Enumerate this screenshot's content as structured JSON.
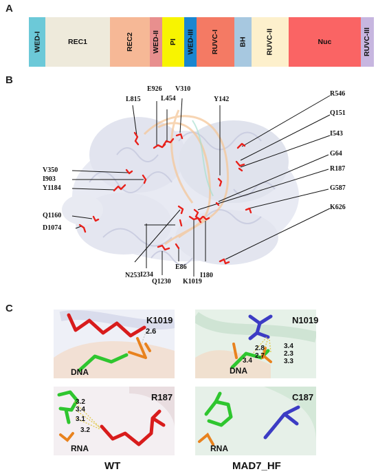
{
  "panels": {
    "a": "A",
    "b": "B",
    "c": "C"
  },
  "domains": [
    {
      "label": "WED-I",
      "color": "#6cc9d8",
      "span": 24,
      "wide": false
    },
    {
      "label": "REC1",
      "color": "#eeeadb",
      "span": 94,
      "wide": true
    },
    {
      "label": "REC2",
      "color": "#f6b896",
      "span": 58,
      "wide": false
    },
    {
      "label": "WED-II",
      "color": "#e88f8e",
      "span": 18,
      "wide": false
    },
    {
      "label": "PI",
      "color": "#f8f400",
      "span": 32,
      "wide": false
    },
    {
      "label": "WED-III",
      "color": "#1a86d0",
      "span": 18,
      "wide": false
    },
    {
      "label": "RUVC-I",
      "color": "#f47a64",
      "span": 55,
      "wide": false
    },
    {
      "label": "BH",
      "color": "#a7c8e0",
      "span": 25,
      "wide": false
    },
    {
      "label": "RUVC-II",
      "color": "#fdf0cc",
      "span": 54,
      "wide": false
    },
    {
      "label": "Nuc",
      "color": "#fa6464",
      "span": 105,
      "wide": true
    },
    {
      "label": "RUVC-III",
      "color": "#c7b6e0",
      "span": 19,
      "wide": false
    }
  ],
  "residues": {
    "L815": "L815",
    "E926": "E926",
    "L454": "L454",
    "V310": "V310",
    "Y142": "Y142",
    "R546": "R546",
    "Q151": "Q151",
    "I543": "I543",
    "G64": "G64",
    "R187": "R187",
    "G587": "G587",
    "K626": "K626",
    "V350": "V350",
    "I903": "I903",
    "Y1184": "Y1184",
    "Q1160": "Q1160",
    "D1074": "D1074",
    "N253": "N253",
    "I234": "I234",
    "Q1230": "Q1230",
    "E86": "E86",
    "K1019": "K1019",
    "I180": "I180"
  },
  "panel_c": {
    "wt_top": {
      "residue": "K1019",
      "molecule": "DNA",
      "distances": [
        "2.6"
      ]
    },
    "hf_top": {
      "residue": "N1019",
      "molecule": "DNA",
      "distances": [
        "2.8",
        "2.7",
        "3.4",
        "3.4",
        "2.3",
        "3.3"
      ]
    },
    "wt_bottom": {
      "residue": "R187",
      "molecule": "RNA",
      "distances": [
        "3.2",
        "3.4",
        "3.1",
        "3.2"
      ]
    },
    "hf_bottom": {
      "residue": "C187",
      "molecule": "RNA"
    },
    "captions": {
      "left": "WT",
      "right": "MAD7_HF"
    }
  },
  "colors": {
    "highlight": "#e8211b",
    "mutant": "#4646cc",
    "nucleic": "#2ecc2e",
    "phosphate": "#e8821e"
  }
}
